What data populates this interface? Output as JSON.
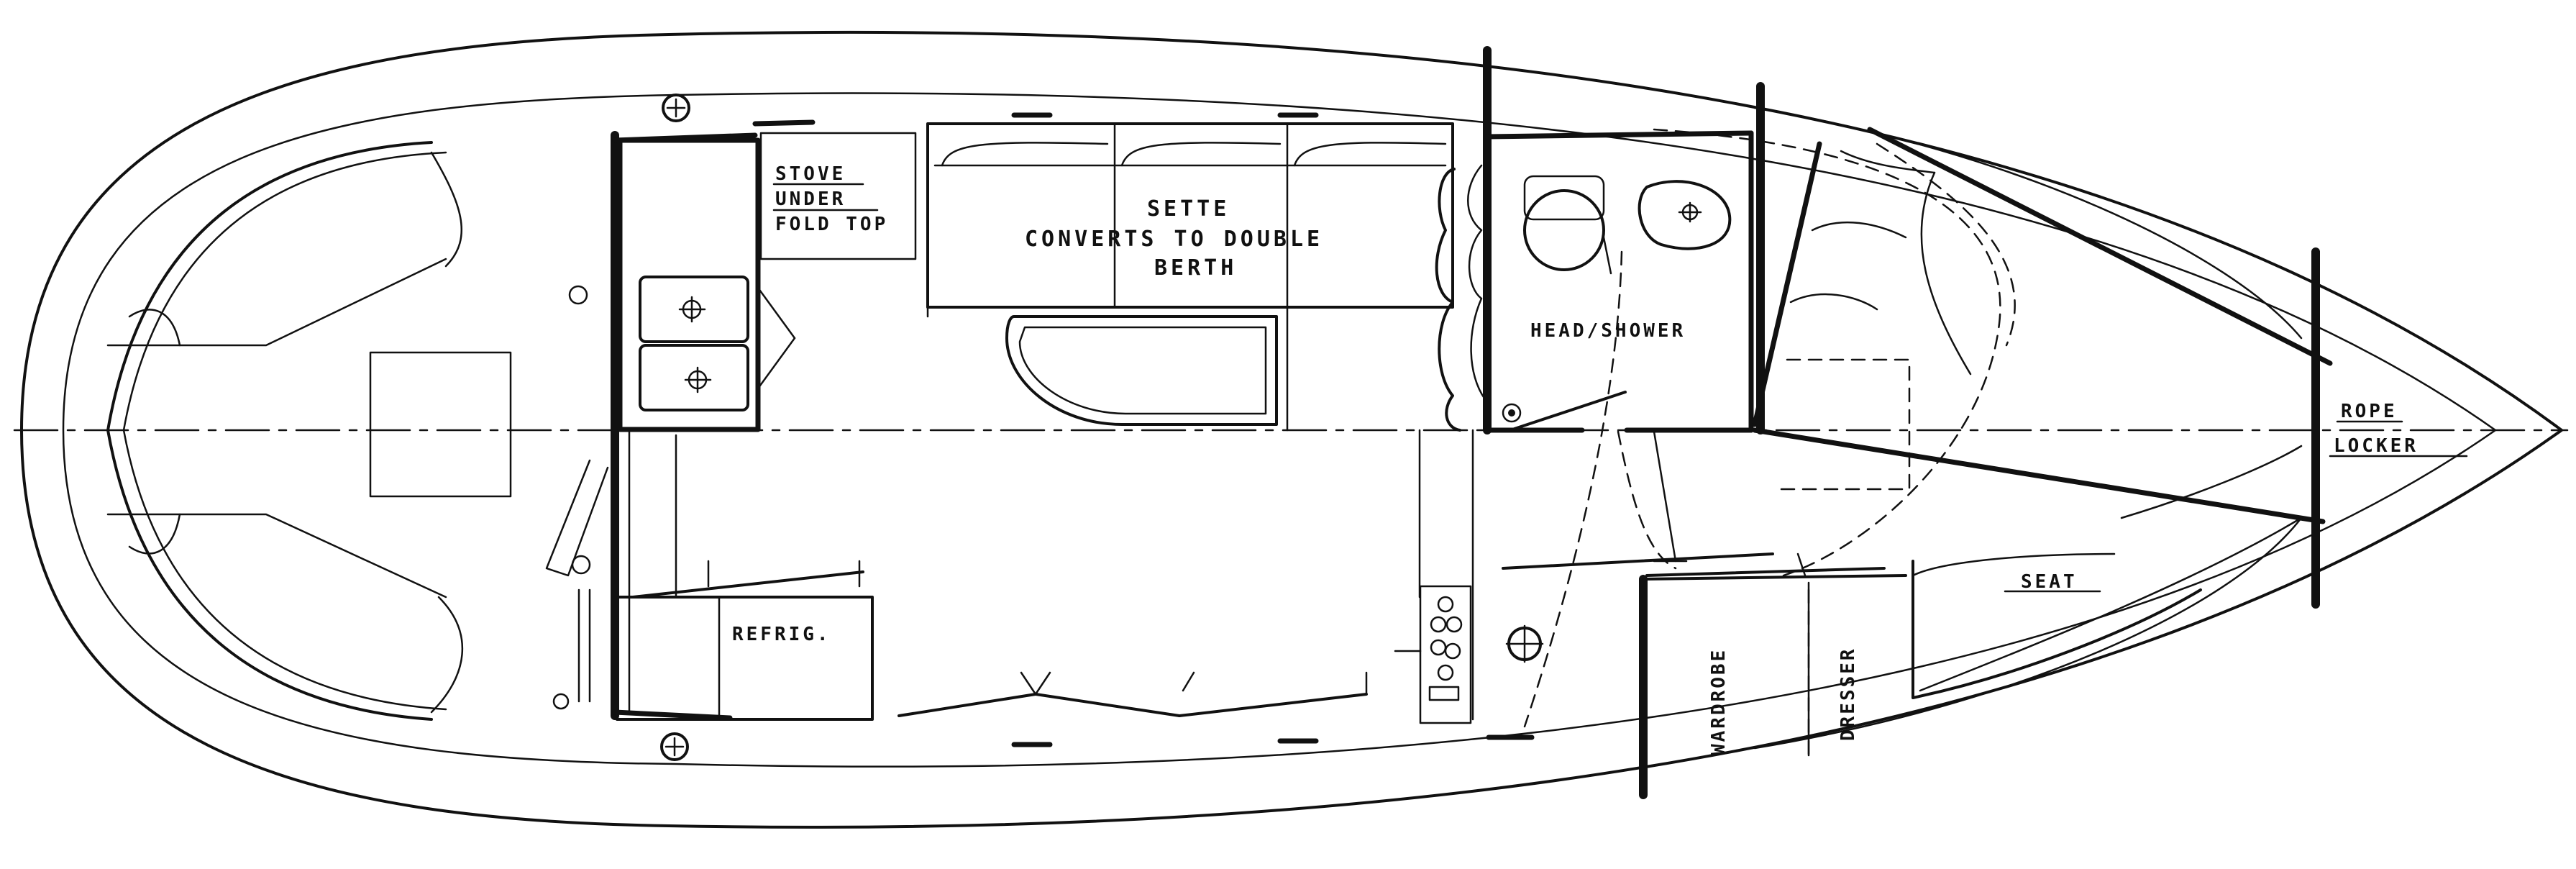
{
  "labels": {
    "stove_line1": "STOVE",
    "stove_line2": "UNDER",
    "stove_line3": "FOLD TOP",
    "settee_line1": "SETTE",
    "settee_line2": "CONVERTS TO DOUBLE",
    "settee_line3": "BERTH",
    "head": "HEAD/SHOWER",
    "rope_line1": "ROPE",
    "rope_line2": "LOCKER",
    "refrig": "REFRIG.",
    "seat": "SEAT",
    "wardrobe": "WARDROBE",
    "dresser": "DRESSER"
  }
}
